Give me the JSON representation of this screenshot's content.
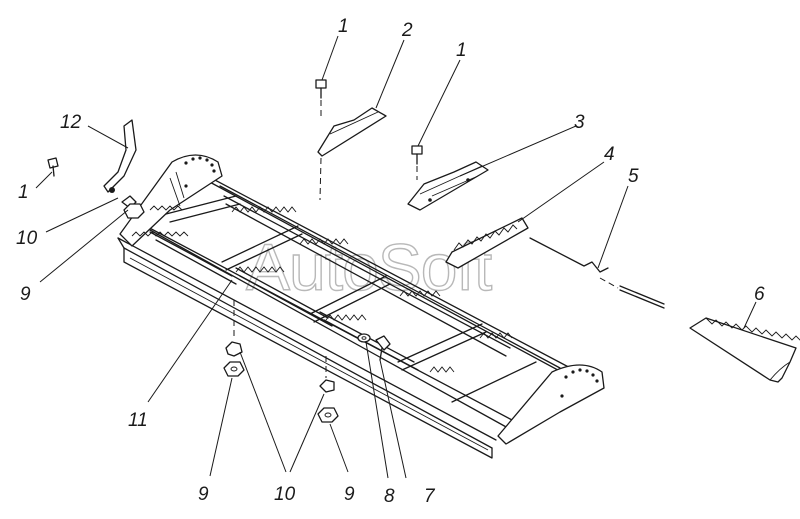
{
  "watermark": "AutoSoft",
  "callouts": [
    {
      "id": "c1a",
      "label": "1"
    },
    {
      "id": "c1b",
      "label": "1"
    },
    {
      "id": "c1c",
      "label": "1"
    },
    {
      "id": "c2",
      "label": "2"
    },
    {
      "id": "c3",
      "label": "3"
    },
    {
      "id": "c4",
      "label": "4"
    },
    {
      "id": "c5",
      "label": "5"
    },
    {
      "id": "c6",
      "label": "6"
    },
    {
      "id": "c7",
      "label": "7"
    },
    {
      "id": "c8",
      "label": "8"
    },
    {
      "id": "c9a",
      "label": "9"
    },
    {
      "id": "c9b",
      "label": "9"
    },
    {
      "id": "c9c",
      "label": "9"
    },
    {
      "id": "c10a",
      "label": "10"
    },
    {
      "id": "c10b",
      "label": "10"
    },
    {
      "id": "c11",
      "label": "11"
    },
    {
      "id": "c12",
      "label": "12"
    }
  ]
}
